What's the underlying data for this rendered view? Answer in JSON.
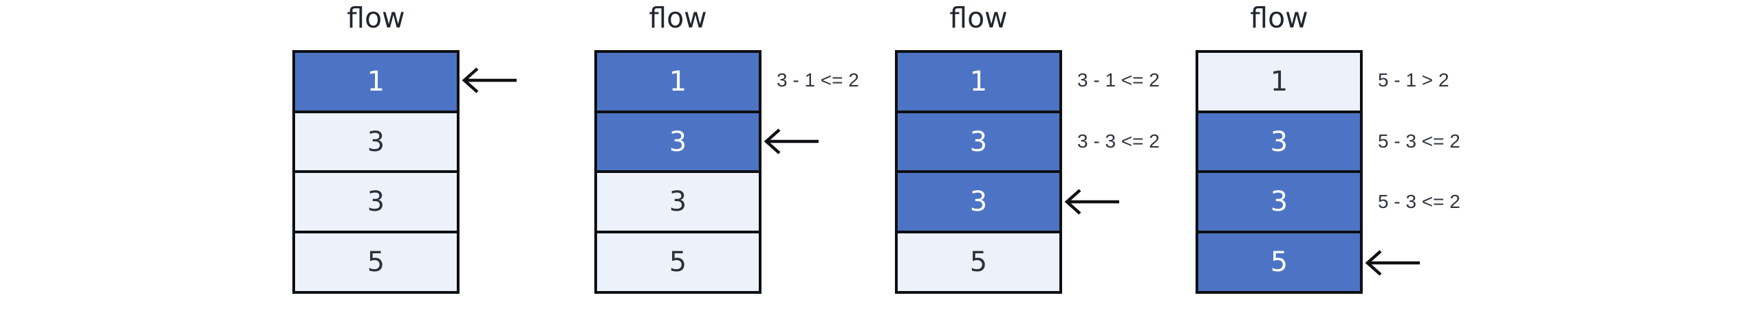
{
  "figure": {
    "description": "Four step-by-step stack diagrams each titled 'flow'",
    "colors": {
      "box_active": "#4d74c4",
      "box_inactive": "#ecf1fa",
      "box_border": "#0e0f12",
      "number_dark": "#2b303c",
      "number_on_active": "#ffffff",
      "title": "#21252e",
      "annotation": "#30343f",
      "arrow": "#101114",
      "background": "#ffffff"
    }
  },
  "panels": [
    {
      "title": "flow",
      "boxes": [
        {
          "value": "1",
          "highlighted": true,
          "arrow": true,
          "annotation": ""
        },
        {
          "value": "3",
          "highlighted": false,
          "arrow": false,
          "annotation": ""
        },
        {
          "value": "3",
          "highlighted": false,
          "arrow": false,
          "annotation": ""
        },
        {
          "value": "5",
          "highlighted": false,
          "arrow": false,
          "annotation": ""
        }
      ]
    },
    {
      "title": "flow",
      "boxes": [
        {
          "value": "1",
          "highlighted": true,
          "arrow": false,
          "annotation": "3 - 1 <= 2"
        },
        {
          "value": "3",
          "highlighted": true,
          "arrow": true,
          "annotation": ""
        },
        {
          "value": "3",
          "highlighted": false,
          "arrow": false,
          "annotation": ""
        },
        {
          "value": "5",
          "highlighted": false,
          "arrow": false,
          "annotation": ""
        }
      ]
    },
    {
      "title": "flow",
      "boxes": [
        {
          "value": "1",
          "highlighted": true,
          "arrow": false,
          "annotation": "3 - 1 <= 2"
        },
        {
          "value": "3",
          "highlighted": true,
          "arrow": false,
          "annotation": "3 - 3 <= 2"
        },
        {
          "value": "3",
          "highlighted": true,
          "arrow": true,
          "annotation": ""
        },
        {
          "value": "5",
          "highlighted": false,
          "arrow": false,
          "annotation": ""
        }
      ]
    },
    {
      "title": "flow",
      "boxes": [
        {
          "value": "1",
          "highlighted": false,
          "arrow": false,
          "annotation": "5 - 1 > 2"
        },
        {
          "value": "3",
          "highlighted": true,
          "arrow": false,
          "annotation": "5 - 3 <= 2"
        },
        {
          "value": "3",
          "highlighted": true,
          "arrow": false,
          "annotation": "5 - 3 <= 2"
        },
        {
          "value": "5",
          "highlighted": true,
          "arrow": true,
          "annotation": ""
        }
      ]
    }
  ]
}
